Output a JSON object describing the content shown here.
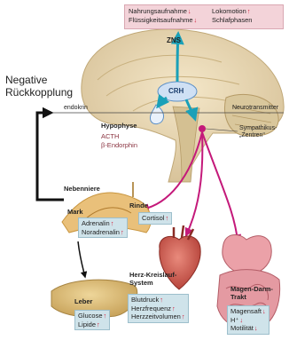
{
  "feedback": {
    "title_line1": "Negative",
    "title_line2": "Rückkopplung"
  },
  "top_box": {
    "row1_left": "Nahrungsaufnahme",
    "row1_left_trend": "down",
    "row1_right": "Lokomotion",
    "row1_right_trend": "up",
    "row2_left": "Flüssigkeitsaufnahme",
    "row2_left_trend": "down",
    "row2_right": "Schlafphasen",
    "row2_right_trend": ""
  },
  "labels": {
    "zns": "ZNS",
    "crh": "CRH",
    "endokrin": "endokrin",
    "neurotransmitter": "Neurotransmitter",
    "hypophyse": "Hypophyse",
    "acth": "ACTH",
    "beta_endorphin": "β-Endorphin",
    "sympathikus_line1": "Sympathikus-",
    "sympathikus_line2": "„Zentren“",
    "nebenniere": "Nebenniere",
    "mark": "Mark",
    "rinde": "Rinde",
    "herz_line1": "Herz-Kreislauf-",
    "herz_line2": "System",
    "magen_line1": "Magen-Darm-",
    "magen_line2": "Trakt",
    "leber": "Leber"
  },
  "boxes": {
    "mark": [
      {
        "text": "Adrenalin",
        "trend": "up"
      },
      {
        "text": "Noradrenalin",
        "trend": "up"
      }
    ],
    "rinde": [
      {
        "text": "Cortisol",
        "trend": "up"
      }
    ],
    "herz": [
      {
        "text": "Blutdruck",
        "trend": "up"
      },
      {
        "text": "Herzfrequenz",
        "trend": "up"
      },
      {
        "text": "Herzzeitvolumen",
        "trend": "up"
      }
    ],
    "leber": [
      {
        "text": "Glucose",
        "trend": "up"
      },
      {
        "text": "Lipide",
        "trend": "up"
      }
    ],
    "magen": [
      {
        "text": "Magensaft",
        "trend": "down"
      },
      {
        "text": "H⁺",
        "trend": "down"
      },
      {
        "text": "Motilität",
        "trend": "down"
      }
    ]
  },
  "colors": {
    "teal_arrow": "#1aa0b8",
    "magenta_arrow": "#c4197a",
    "trend_arrow": "#d0243f",
    "box_fill": "#cfe3ea",
    "top_box_fill": "#f3d3d9"
  }
}
